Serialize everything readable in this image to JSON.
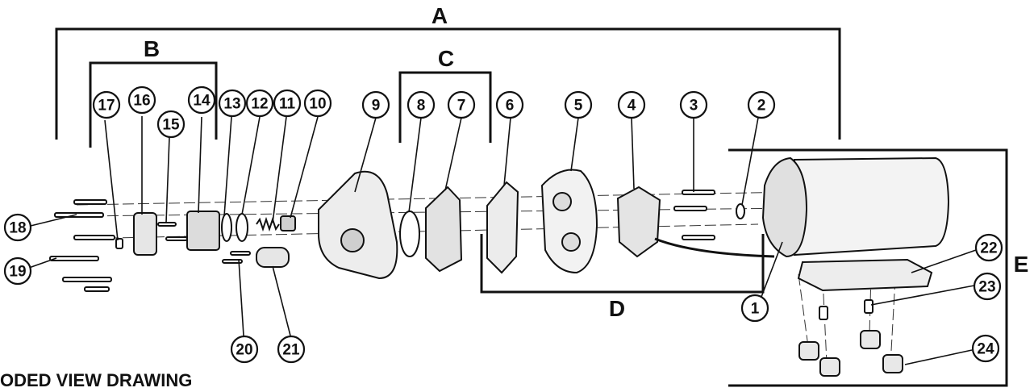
{
  "title": "ODED VIEW DRAWING",
  "groups": {
    "A": "A",
    "B": "B",
    "C": "C",
    "D": "D",
    "E": "E"
  },
  "callouts": {
    "n1": "1",
    "n2": "2",
    "n3": "3",
    "n4": "4",
    "n5": "5",
    "n6": "6",
    "n7": "7",
    "n8": "8",
    "n9": "9",
    "n10": "10",
    "n11": "11",
    "n12": "12",
    "n13": "13",
    "n14": "14",
    "n15": "15",
    "n16": "16",
    "n17": "17",
    "n18": "18",
    "n19": "19",
    "n20": "20",
    "n21": "21",
    "n22": "22",
    "n23": "23",
    "n24": "24"
  }
}
